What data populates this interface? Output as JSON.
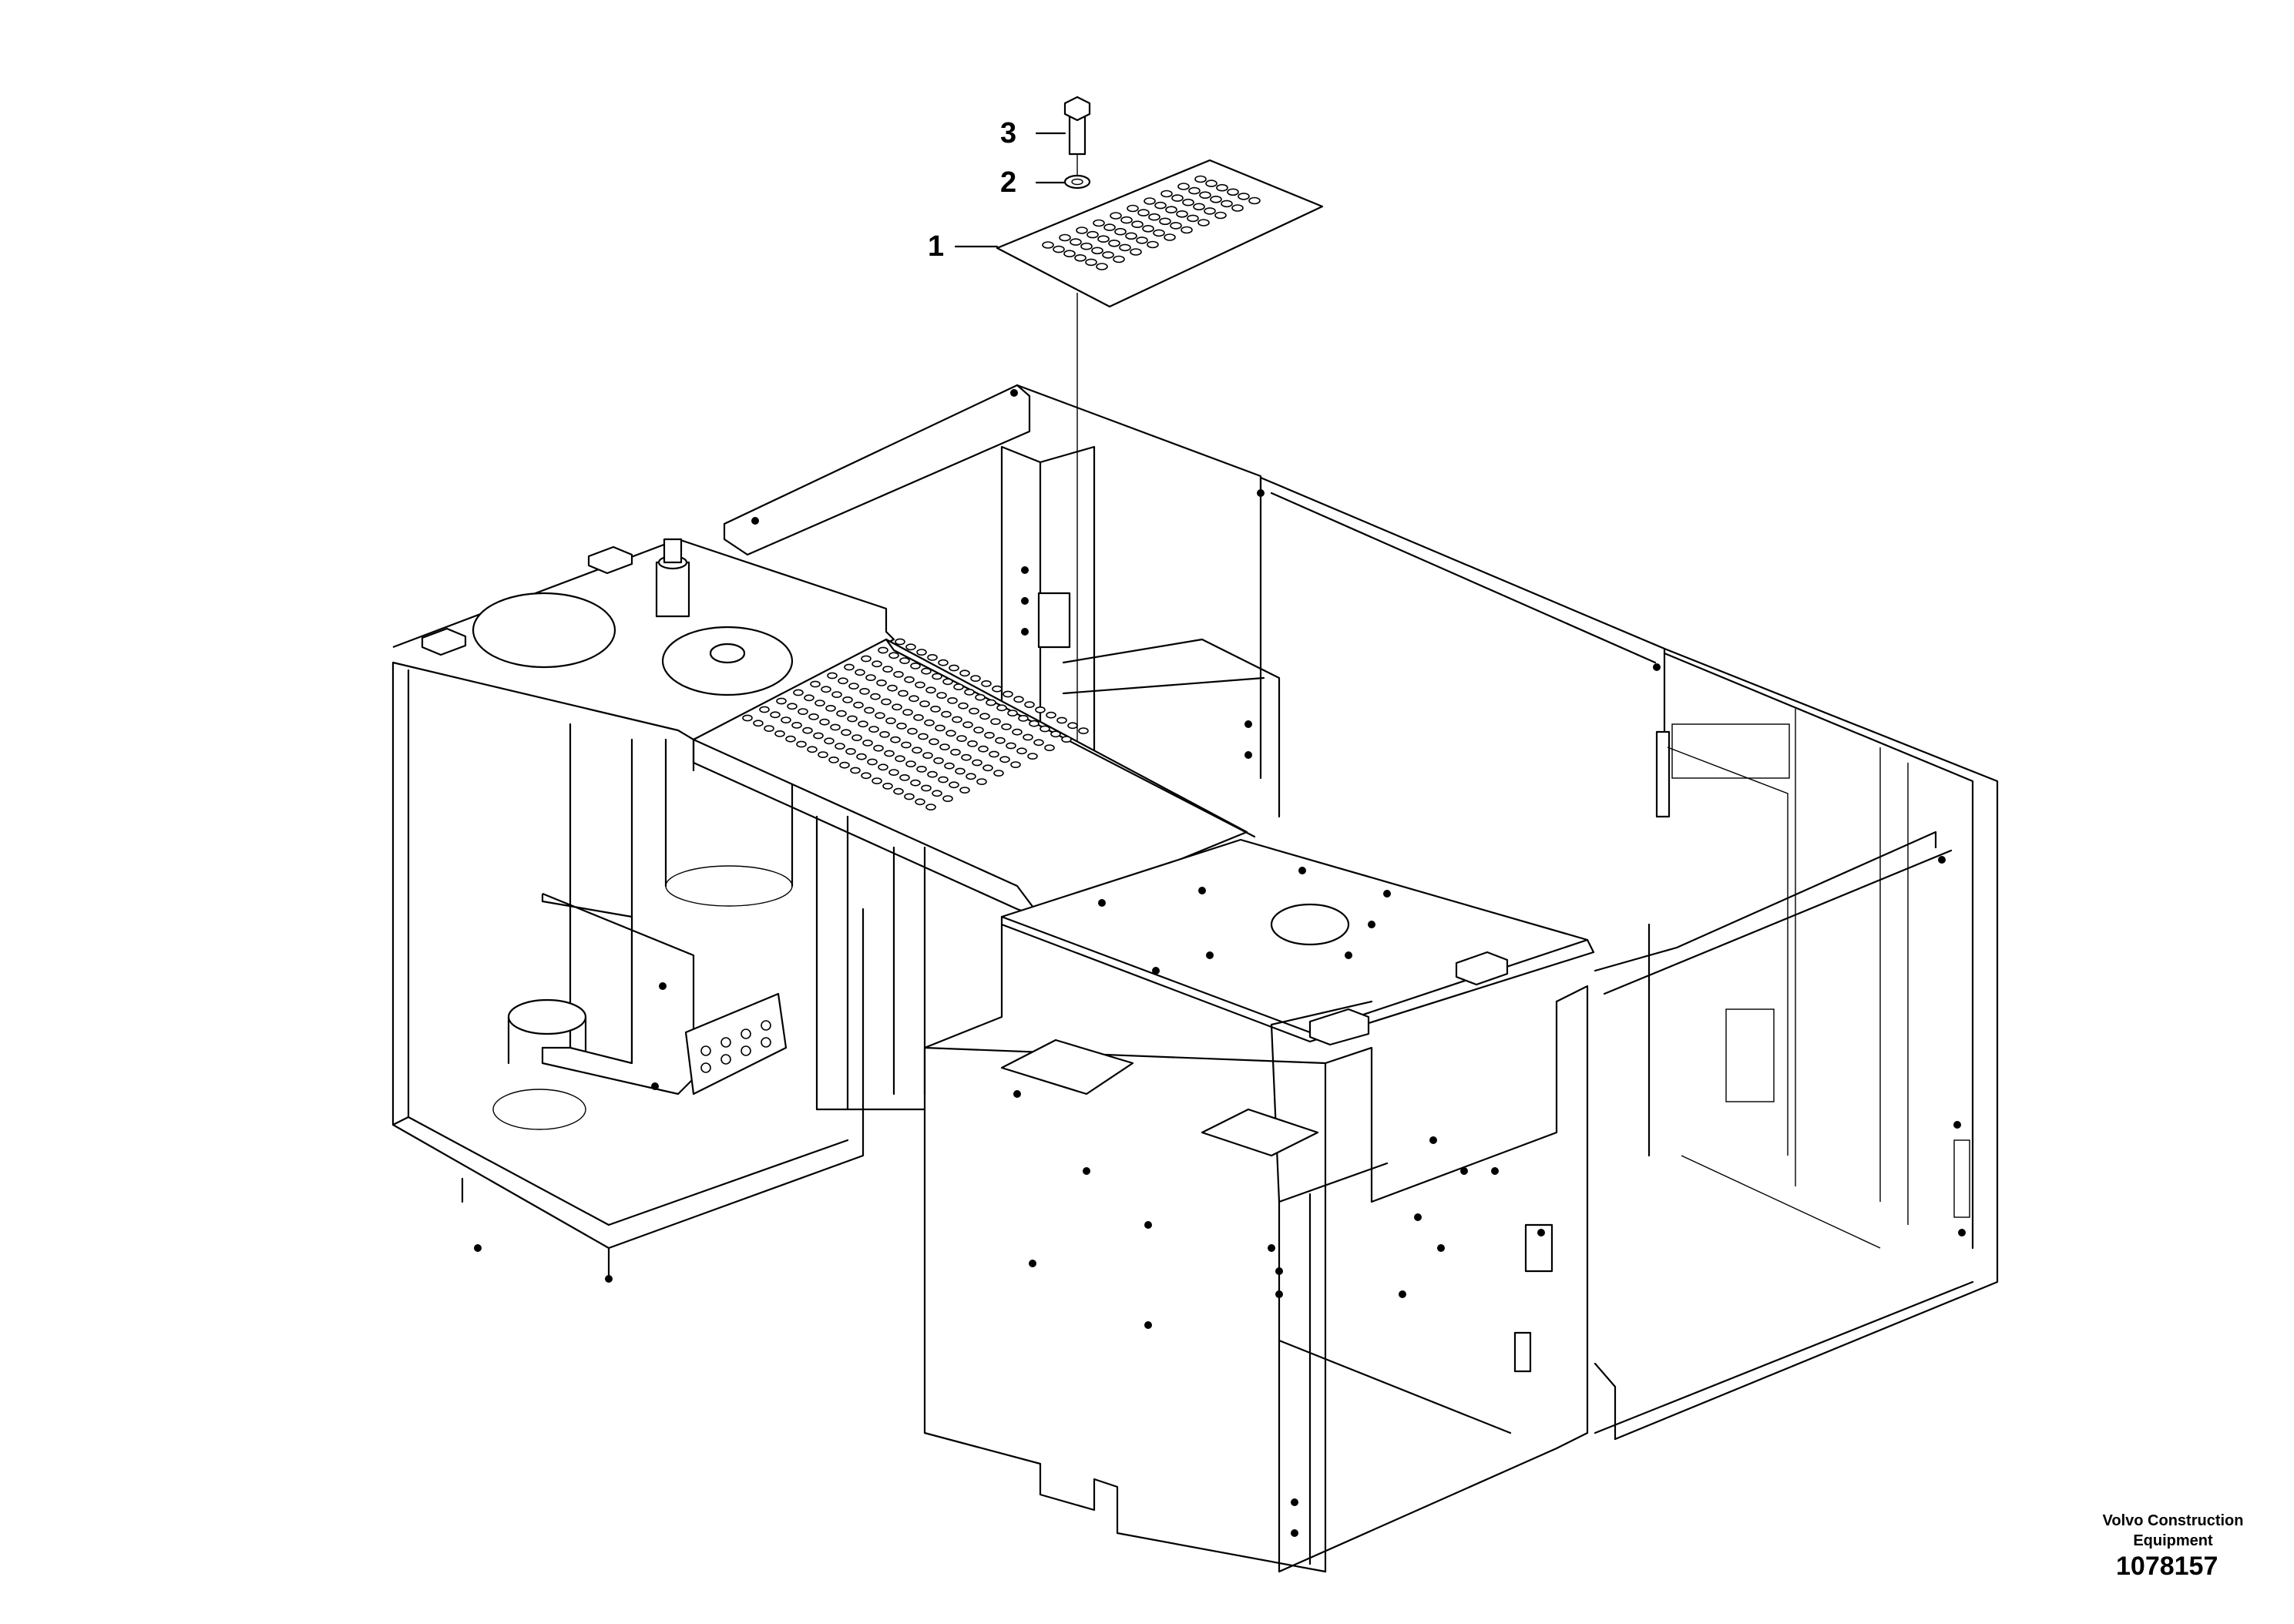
{
  "callouts": [
    {
      "label": "1"
    },
    {
      "label": "2"
    },
    {
      "label": "3"
    }
  ],
  "brand": {
    "line1": "Volvo Construction",
    "line2": "Equipment"
  },
  "drawing_number": "1078157"
}
